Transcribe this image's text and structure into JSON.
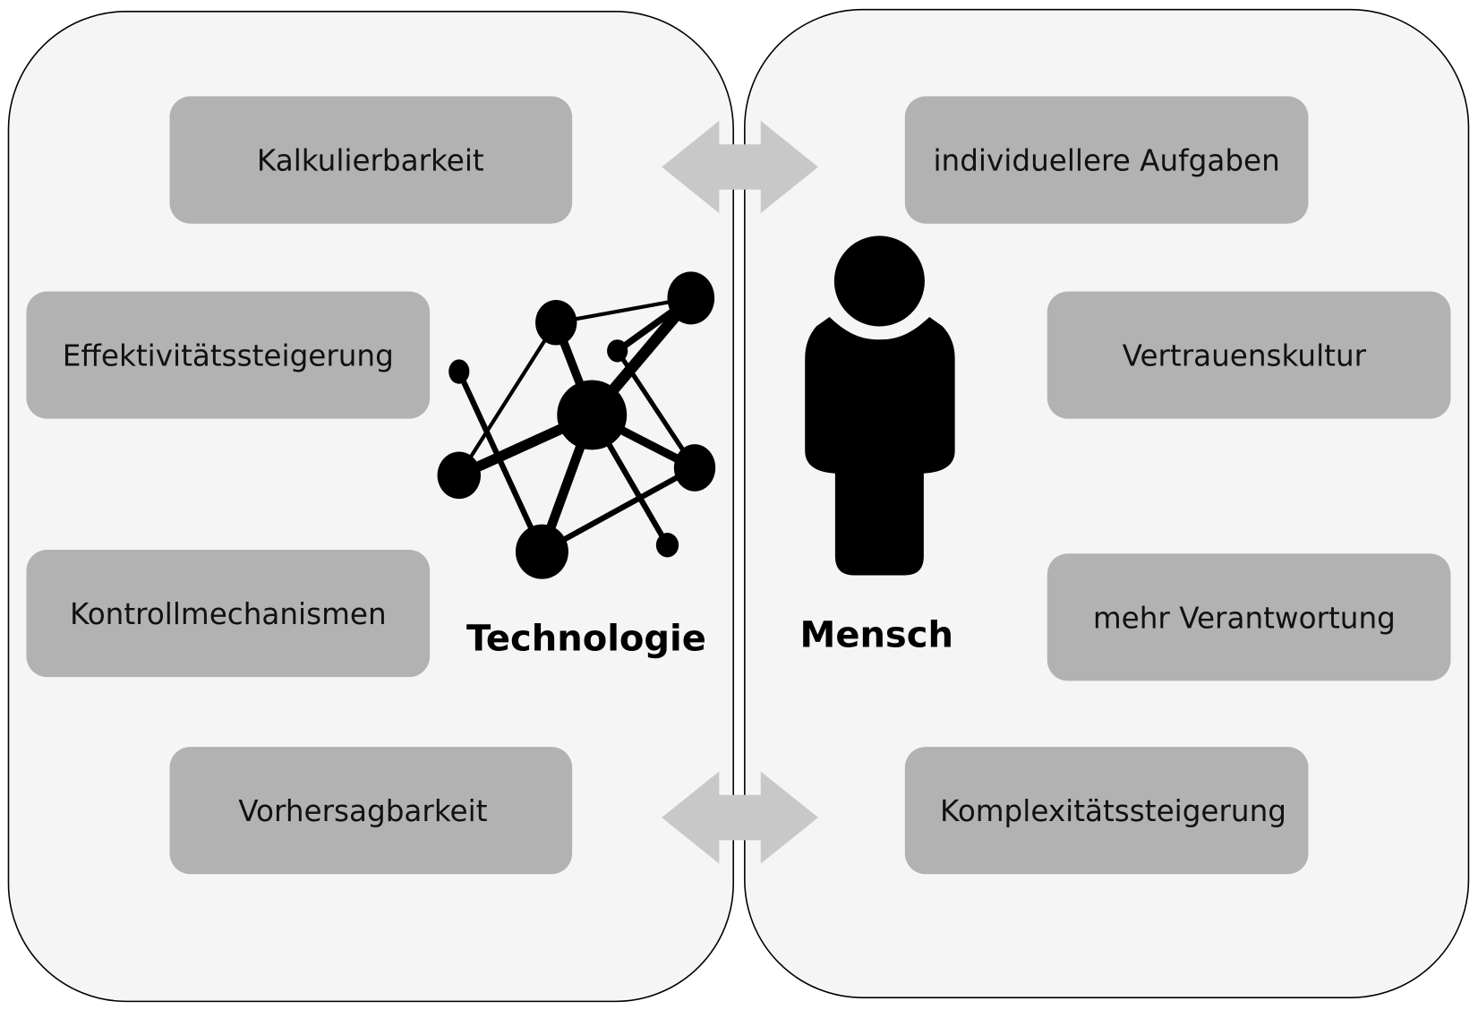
{
  "technology": {
    "title": "Technologie",
    "items": [
      "Kalkulierbarkeit",
      "Effektivitätssteigerung",
      "Kontrollmechanismen",
      "Vorhersagbarkeit"
    ]
  },
  "human": {
    "title": "Mensch",
    "items": [
      "individuellere Aufgaben",
      "Vertrauenskultur",
      "mehr Verantwortung",
      "Komplexitätssteigerung"
    ]
  },
  "colors": {
    "panel": "#f5f5f5",
    "box": "#b2b2b2",
    "arrow": "#c8c8c8",
    "icon": "#000000"
  }
}
